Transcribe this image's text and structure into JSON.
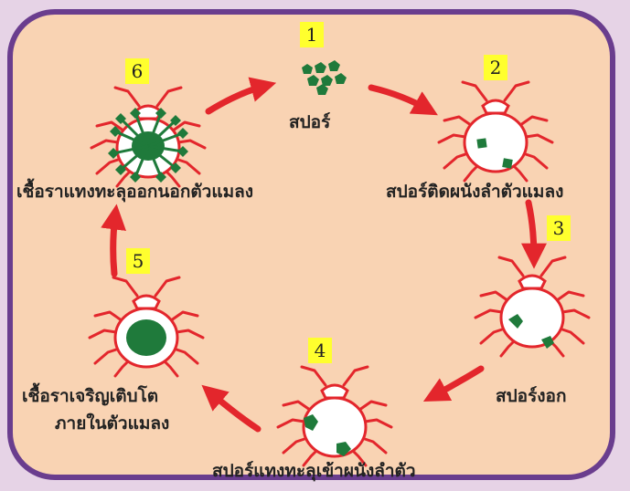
{
  "steps": [
    {
      "number": "1",
      "caption": "สปอร์"
    },
    {
      "number": "2",
      "caption": "สปอร์ติดผนังลำตัวแมลง"
    },
    {
      "number": "3",
      "caption": "สปอร์งอก"
    },
    {
      "number": "4",
      "caption": "สปอร์แทงทะลุเข้าผนังลำตัว"
    },
    {
      "number": "5",
      "caption_line1": "เชื้อราเจริญเติบโต",
      "caption_line2": "ภายในตัวแมลง"
    },
    {
      "number": "6",
      "caption": "เชื้อราแทงทะลุออกนอกตัวแมลง"
    }
  ],
  "colors": {
    "background": "#f9d3b3",
    "border": "#6a3d8e",
    "arrow": "#e3262c",
    "insect_outline": "#e3262c",
    "fungus": "#1f7a3b",
    "badge": "#ffff2e"
  }
}
